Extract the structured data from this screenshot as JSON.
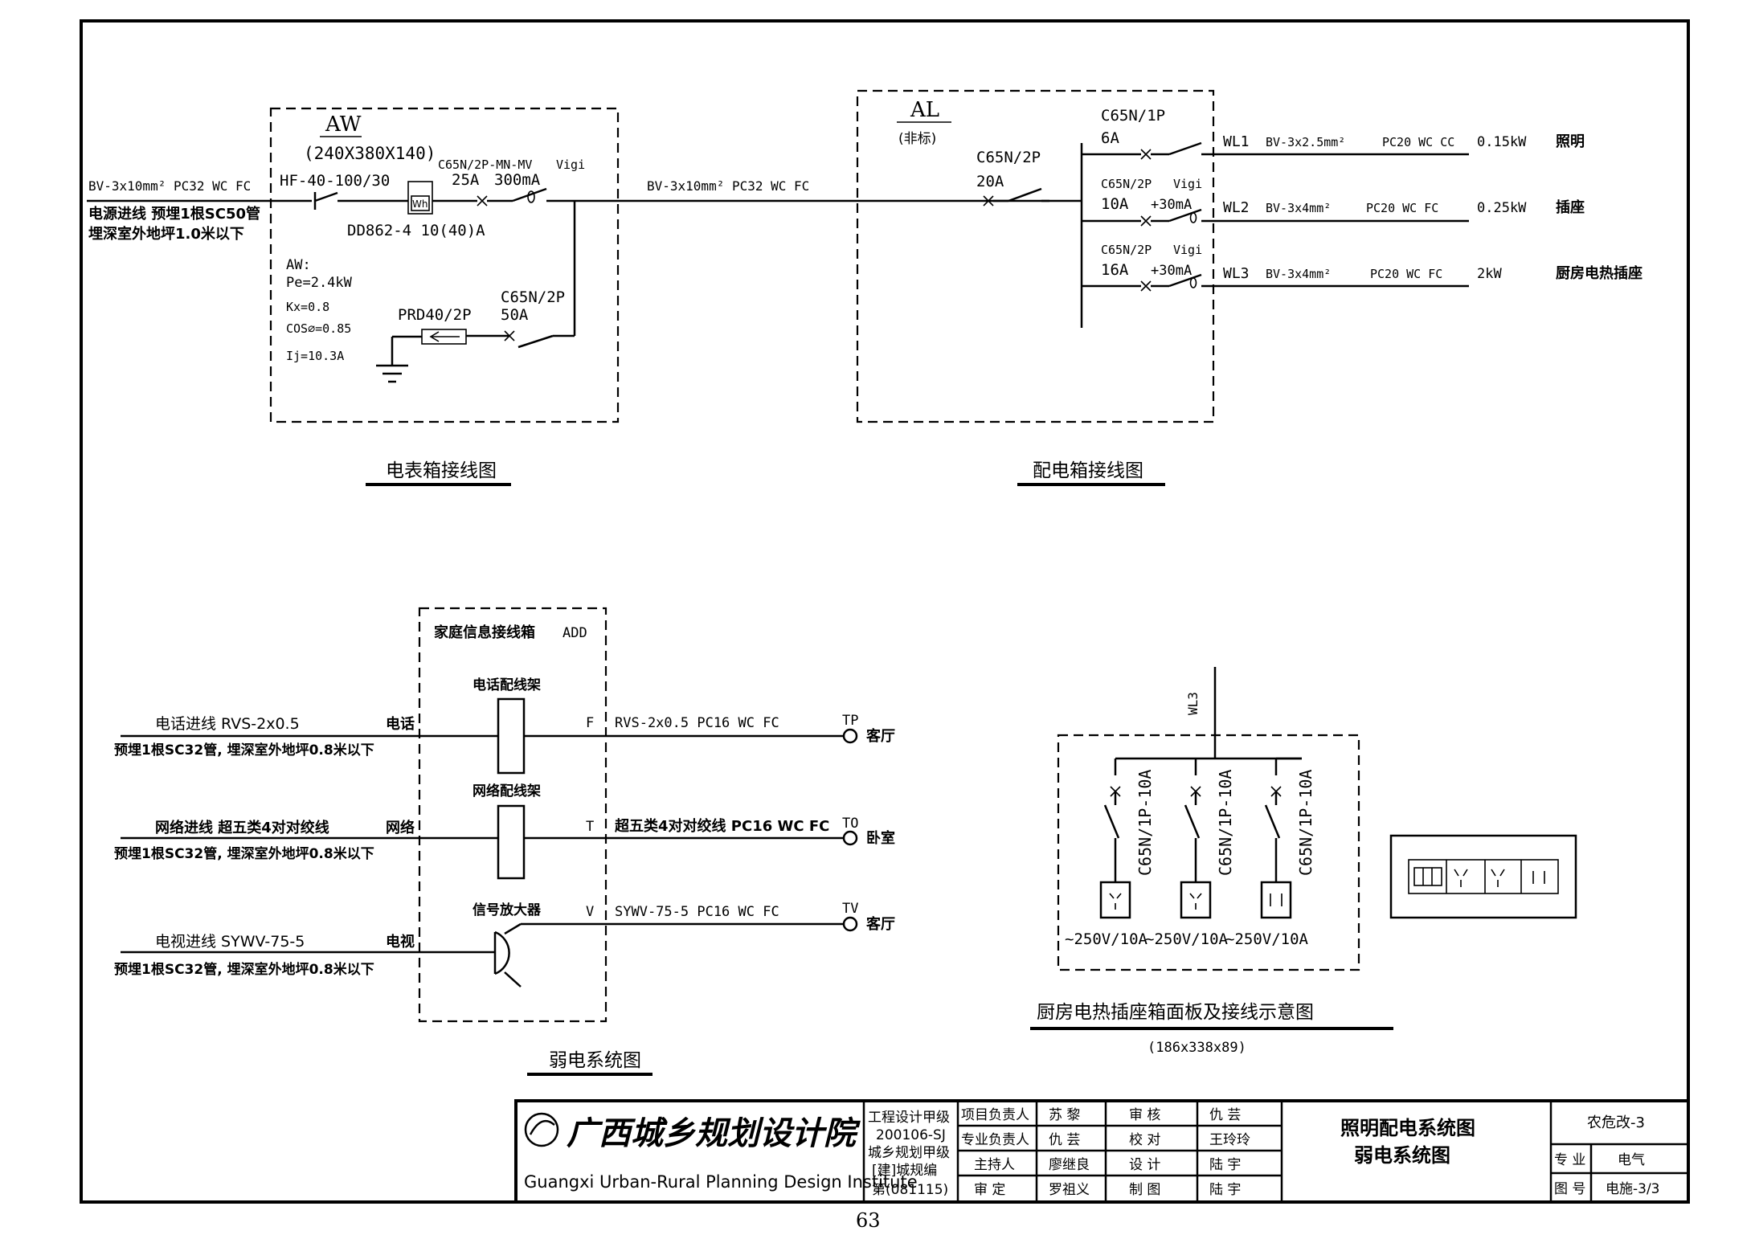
{
  "meter_box": {
    "code": "AW",
    "size": "(240X380X140)",
    "incoming_cable": "BV-3x10mm²  PC32  WC  FC",
    "incoming_note_1": "电源进线 预埋1根SC50管",
    "incoming_note_2": "埋深室外地坪1.0米以下",
    "main_breaker": "HF-40-100/30",
    "meter_symbol": "Wh",
    "meter": "DD862-4 10(40)A",
    "rcd_model": "C65N/2P-MN-MV",
    "rcd_vigi": "Vigi",
    "rcd_rating": "25A",
    "rcd_sens": "300mA",
    "calc_title": "AW:",
    "pe": "Pe=2.4kW",
    "kx": "Kx=0.8",
    "cos": "COS⌀=0.85",
    "ij": "Ij=10.3A",
    "spd": "PRD40/2P",
    "spd_breaker": "C65N/2P",
    "spd_breaker_rating": "50A",
    "outgoing_cable": "BV-3x10mm²   PC32  WC  FC",
    "title": "电表箱接线图"
  },
  "dist_box": {
    "code": "AL",
    "note": "(非标)",
    "main_breaker": "C65N/2P",
    "main_rating": "20A",
    "title": "配电箱接线图",
    "circuits": [
      {
        "breaker": "C65N/1P",
        "vigi": "",
        "rating": "6A",
        "sens": "",
        "id": "WL1",
        "cable": "BV-3x2.5mm²",
        "conduit": "PC20  WC  CC",
        "load": "0.15kW",
        "use": "照明"
      },
      {
        "breaker": "C65N/2P",
        "vigi": "Vigi",
        "rating": "10A",
        "sens": "+30mA",
        "id": "WL2",
        "cable": "BV-3x4mm²",
        "conduit": "PC20  WC  FC",
        "load": "0.25kW",
        "use": "插座"
      },
      {
        "breaker": "C65N/2P",
        "vigi": "Vigi",
        "rating": "16A",
        "sens": "+30mA",
        "id": "WL3",
        "cable": "BV-3x4mm²",
        "conduit": "PC20  WC  FC",
        "load": "2kW",
        "use": "厨房电热插座"
      }
    ]
  },
  "weak_system": {
    "box_title": "家庭信息接线箱",
    "box_code": "ADD",
    "title": "弱电系统图",
    "lines": [
      {
        "in_label": "电话进线  RVS-2x0.5",
        "in_note": "预埋1根SC32管, 埋深室外地坪0.8米以下",
        "type": "电话",
        "device": "电话配线架",
        "port": "F",
        "out_cable": "RVS-2x0.5  PC16  WC  FC",
        "outlet": "TP",
        "room": "客厅"
      },
      {
        "in_label": "网络进线  超五类4对对绞线",
        "in_note": "预埋1根SC32管, 埋深室外地坪0.8米以下",
        "type": "网络",
        "device": "网络配线架",
        "port": "T",
        "out_cable": "超五类4对对绞线  PC16  WC  FC",
        "outlet": "TO",
        "room": "卧室"
      },
      {
        "in_label": "电视进线  SYWV-75-5",
        "in_note": "预埋1根SC32管, 埋深室外地坪0.8米以下",
        "type": "电视",
        "device": "信号放大器",
        "port": "V",
        "out_cable": "SYWV-75-5  PC16  WC  FC",
        "outlet": "TV",
        "room": "客厅"
      }
    ]
  },
  "kitchen_box": {
    "feeder": "WL3",
    "breaker": "C65N/1P-10A",
    "socket_rating": "~250V/10A",
    "title": "厨房电热插座箱面板及接线示意图",
    "size": "(186x338x89)"
  },
  "title_block": {
    "company_cn": "广西城乡规划设计院",
    "company_en": "Guangxi Urban-Rural Planning Design Institute",
    "qual_1": "工程设计甲级",
    "qual_2": "200106-SJ",
    "qual_3": "城乡规划甲级",
    "qual_4": "[建]城规编",
    "qual_5": "第(081115)",
    "rows": [
      {
        "r1": "项目负责人",
        "n1": "苏  黎",
        "r2": "审  核",
        "n2": "仇  芸"
      },
      {
        "r1": "专业负责人",
        "n1": "仇  芸",
        "r2": "校  对",
        "n2": "王玲玲"
      },
      {
        "r1": "主持人",
        "n1": "廖继良",
        "r2": "设  计",
        "n2": "陆  宇"
      },
      {
        "r1": "审  定",
        "n1": "罗祖义",
        "r2": "制  图",
        "n2": "陆  宇"
      }
    ],
    "drawing_title_1": "照明配电系统图",
    "drawing_title_2": "弱电系统图",
    "project": "农危改-3",
    "discipline_label": "专  业",
    "discipline": "电气",
    "sheet_label": "图  号",
    "sheet_no": "电施-3/3"
  },
  "page_number": "63"
}
